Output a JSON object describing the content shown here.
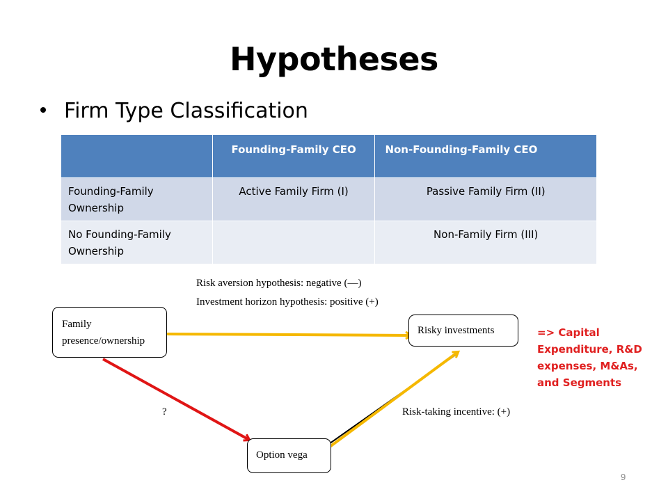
{
  "slide": {
    "title": "Hypotheses",
    "bullet": "Firm Type Classification",
    "page_number": "9"
  },
  "table": {
    "headers": [
      "",
      "Founding-Family CEO",
      "Non-Founding-Family CEO"
    ],
    "rows": [
      [
        "Founding-Family Ownership",
        "Active Family Firm (I)",
        "Passive Family Firm (II)"
      ],
      [
        "No Founding-Family Ownership",
        "",
        "Non-Family Firm (III)"
      ]
    ]
  },
  "diagram": {
    "notes": {
      "risk_aversion": "Risk aversion hypothesis: negative (—)",
      "investment_horizon": "Investment horizon hypothesis: positive (+)",
      "question": "?",
      "risk_taking": "Risk-taking incentive: (+)"
    },
    "boxes": {
      "family_line1": "Family",
      "family_line2": "presence/ownership",
      "risky": "Risky investments",
      "vega": "Option vega"
    },
    "side_note": "=> Capital Expenditure, R&D expenses, M&As, and Segments",
    "colors": {
      "red_arrow": "#e01515",
      "yellow_arrow": "#f5b800",
      "side_note": "#e02020"
    }
  }
}
